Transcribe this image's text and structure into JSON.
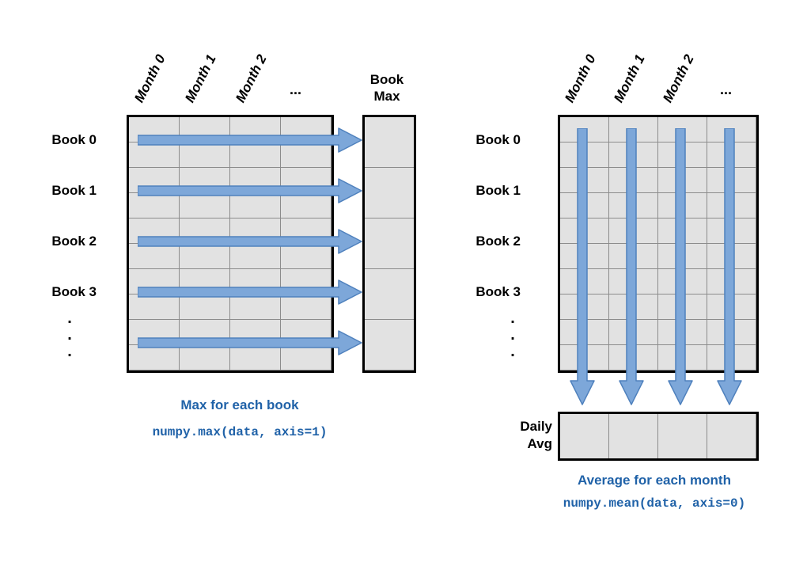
{
  "left": {
    "col_headers": [
      "Month 0",
      "Month 1",
      "Month 2"
    ],
    "ellipsis": "...",
    "row_labels": [
      "Book 0",
      "Book 1",
      "Book 2",
      "Book 3"
    ],
    "dots": ".\n.\n.",
    "result_header": "Book\nMax",
    "caption": "Max for each book",
    "code": "numpy.max(data, axis=1)"
  },
  "right": {
    "col_headers": [
      "Month 0",
      "Month 1",
      "Month 2"
    ],
    "ellipsis": "...",
    "row_labels": [
      "Book 0",
      "Book 1",
      "Book 2",
      "Book 3"
    ],
    "dots": ".\n.\n.",
    "result_label": "Daily\nAvg",
    "caption": "Average for each month",
    "code": "numpy.mean(data, axis=0)"
  },
  "colors": {
    "arrow_fill": "#7da7d9",
    "arrow_stroke": "#4f81bd",
    "caption": "#2062a8",
    "grid_fill": "#e2e2e2",
    "grid_line": "#8c8c8c"
  }
}
